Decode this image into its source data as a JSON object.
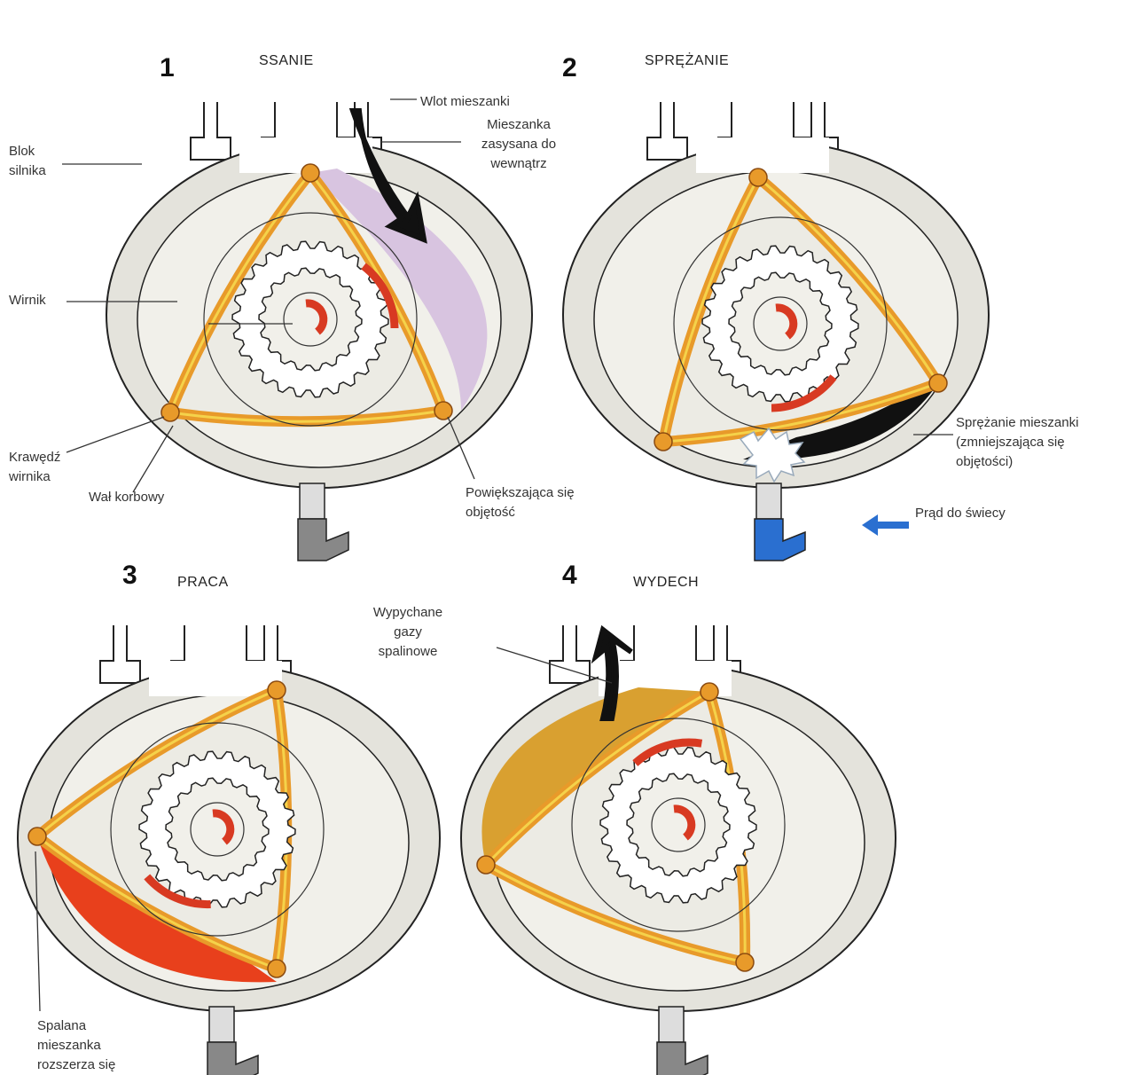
{
  "panels": [
    {
      "number": "1",
      "title": "SSANIE"
    },
    {
      "number": "2",
      "title": "SPRĘŻANIE"
    },
    {
      "number": "3",
      "title": "PRACA"
    },
    {
      "number": "4",
      "title": "WYDECH"
    }
  ],
  "labels": {
    "engine_block": "Blok\nsilnika",
    "mixture_inlet": "Wlot mieszanki",
    "mixture_drawn_in": "Mieszanka\nzasysana do\nwewnątrz",
    "rotor": "Wirnik",
    "rotor_edge": "Krawędź\nwirnika",
    "crankshaft": "Wał korbowy",
    "increasing_volume": "Powiększająca się\nobjętość",
    "compression": "Sprężanie mieszanki\n(zmniejszająca się\nobjętości)",
    "spark_current": "Prąd do świecy",
    "exhaust_gases": "Wypychane\ngazy\nspalinowe",
    "burning_mixture": "Spalana\nmieszanka\nrozszerza się"
  },
  "colors": {
    "rotor": "#e89a2a",
    "rotor_inner": "#f5d24a",
    "housing": "#e4e3dc",
    "intake_mixture": "#d8c4e0",
    "compressed_mixture": "#111111",
    "combustion": "#e8401c",
    "exhaust": "#d9a030",
    "rotation_arrow": "#d83a22",
    "spark_current": "#2a6fd0"
  }
}
